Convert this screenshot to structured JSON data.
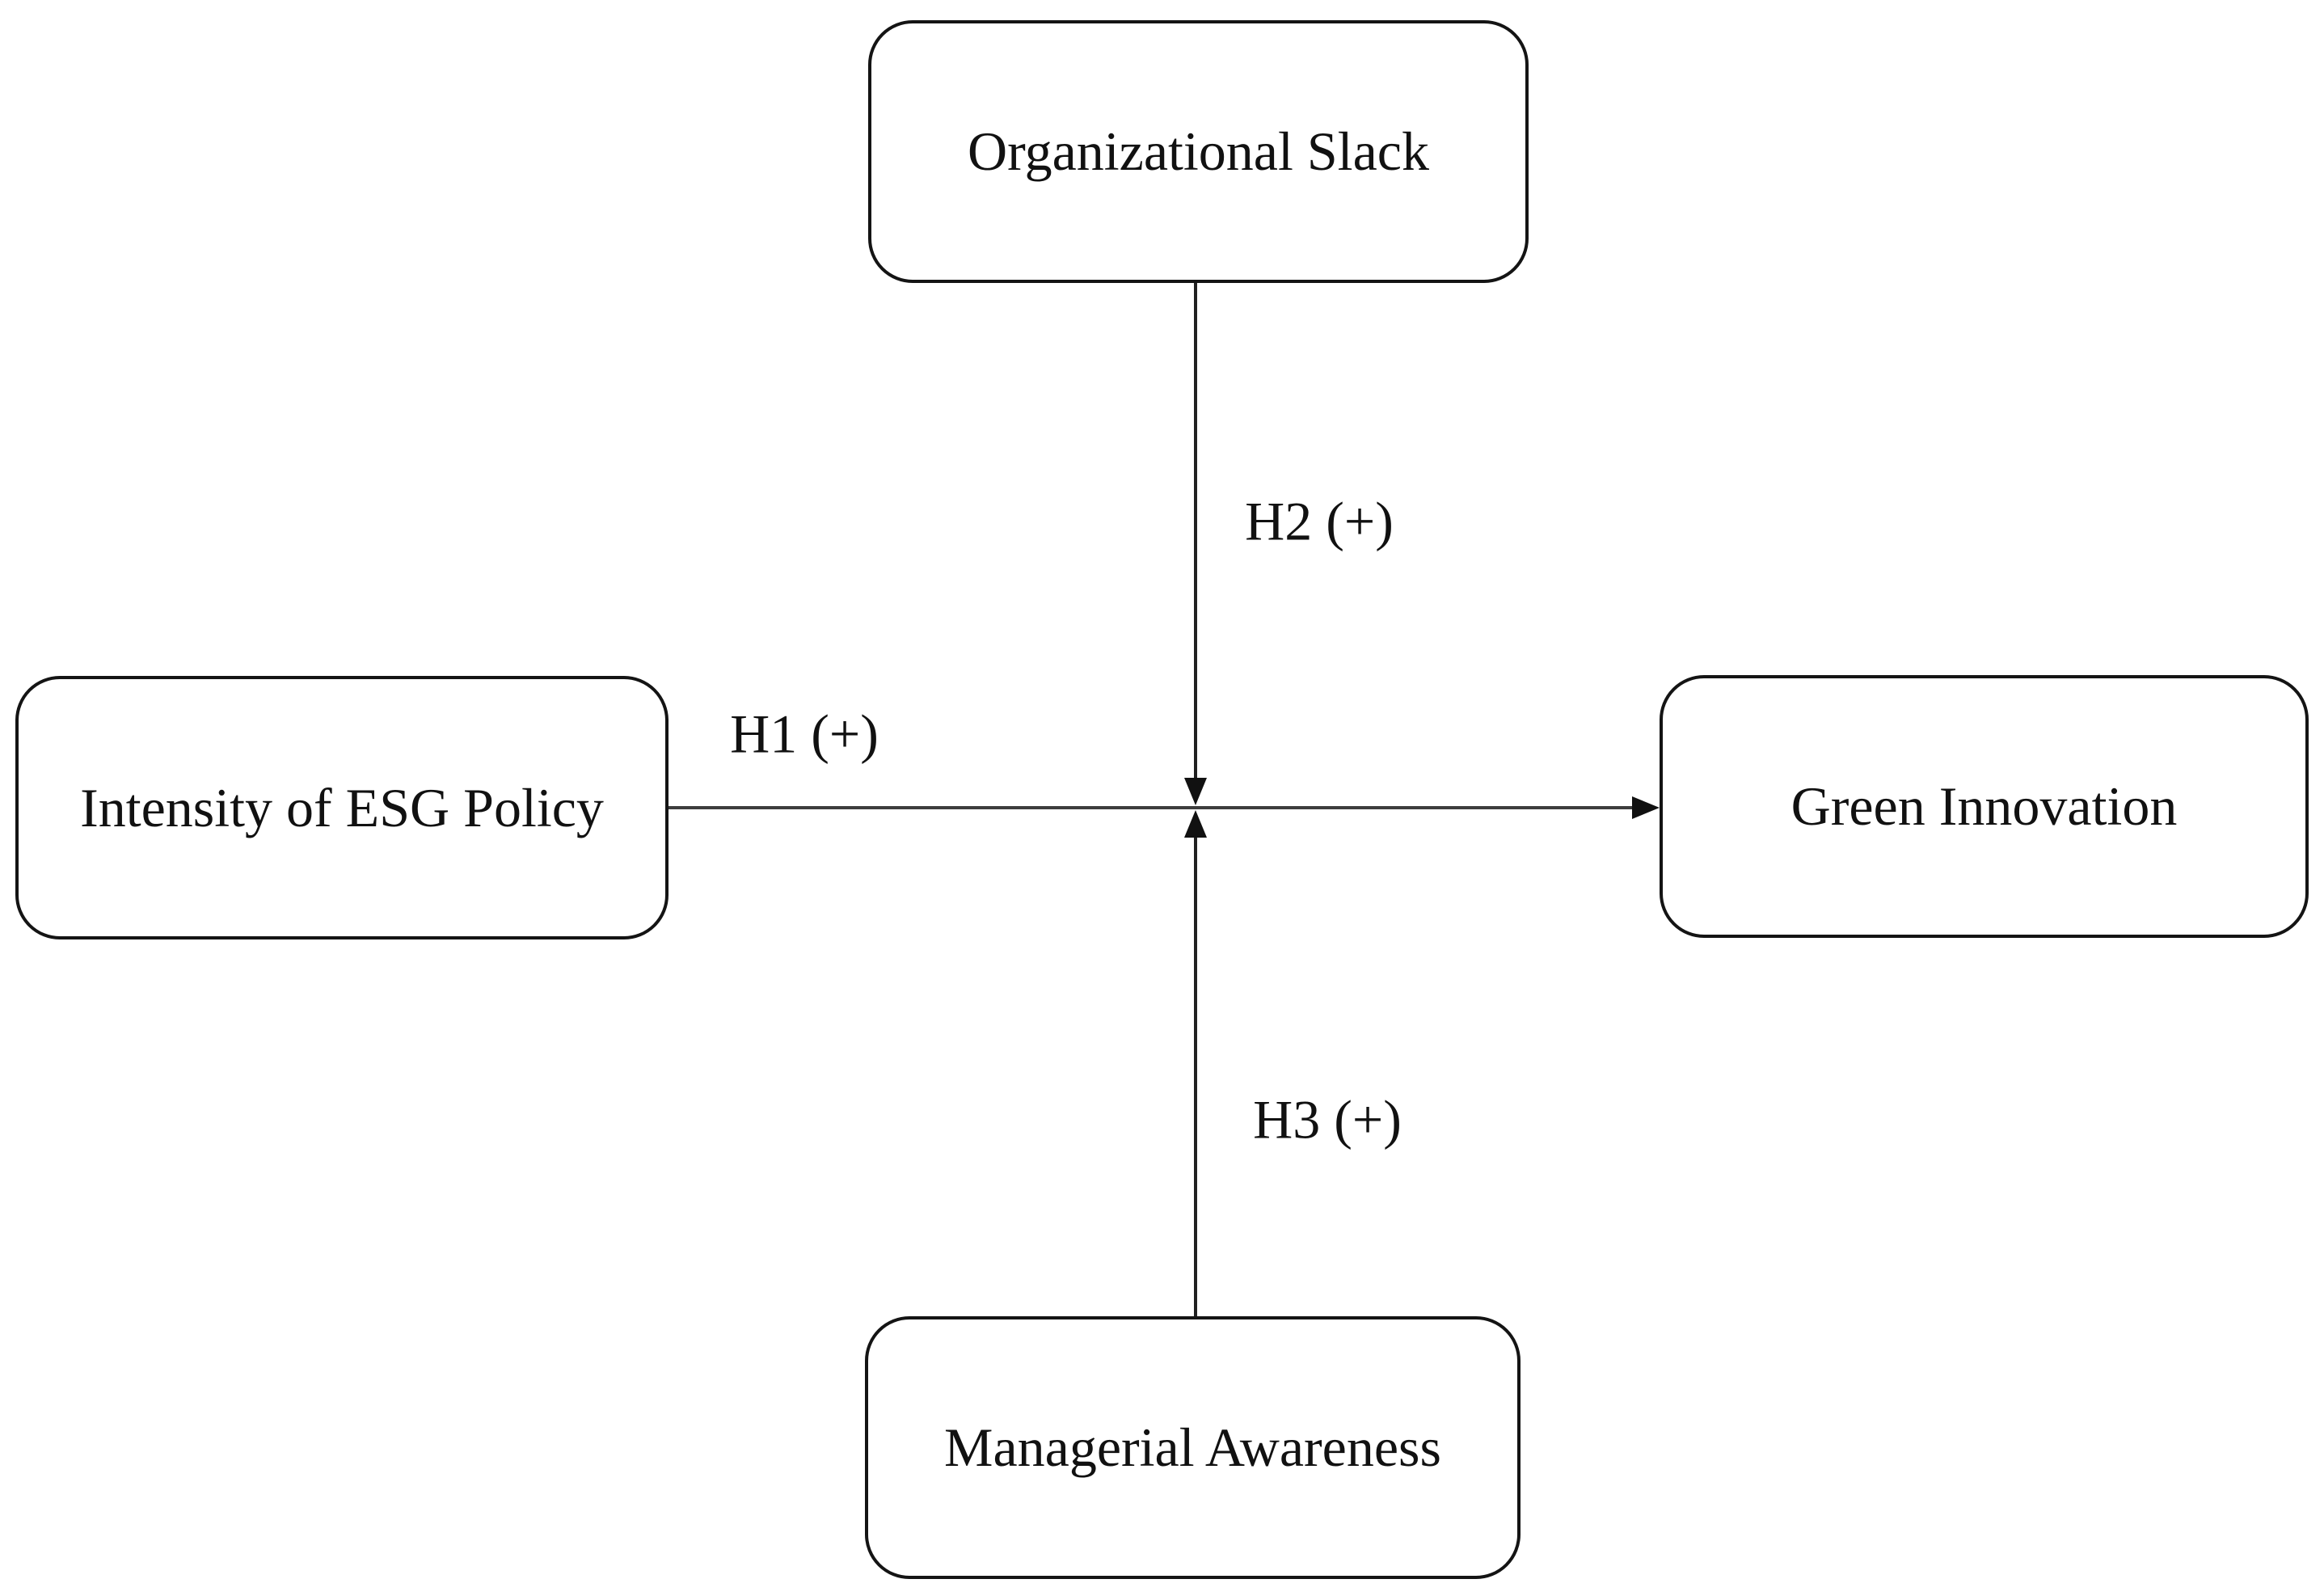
{
  "diagram": {
    "nodes": {
      "organizational_slack": {
        "label": "Organizational Slack"
      },
      "intensity_of_esg_policy": {
        "label": "Intensity of ESG Policy"
      },
      "green_innovation": {
        "label": "Green Innovation"
      },
      "managerial_awareness": {
        "label": "Managerial Awareness"
      }
    },
    "edges": {
      "h1": {
        "label": "H1 (+)",
        "from": "intensity_of_esg_policy",
        "to": "green_innovation",
        "style": "straight-arrow"
      },
      "h2": {
        "label": "H2 (+)",
        "from": "organizational_slack",
        "to": "h1_path",
        "style": "moderation-arrow-down"
      },
      "h3": {
        "label": "H3 (+)",
        "from": "managerial_awareness",
        "to": "h1_path",
        "style": "moderation-arrow-up"
      }
    },
    "colors": {
      "background": "#ffffff",
      "box_border": "#141414",
      "line": "#2e2e2e",
      "arrowhead": "#111111",
      "text": "#111111"
    }
  }
}
